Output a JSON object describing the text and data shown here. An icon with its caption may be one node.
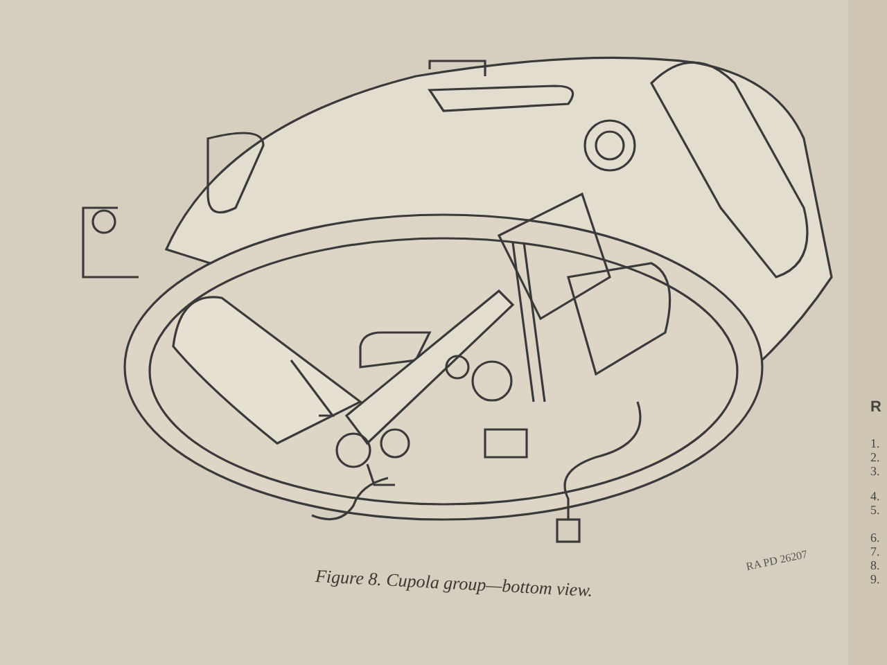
{
  "diagram": {
    "caption": "Figure 8. Cupola group—bottom view.",
    "labels": [
      "RA PD 26207",
      "R",
      "1.",
      "2.",
      "3.",
      "4.",
      "5.",
      "6.",
      "7.",
      "8.",
      "9."
    ]
  }
}
